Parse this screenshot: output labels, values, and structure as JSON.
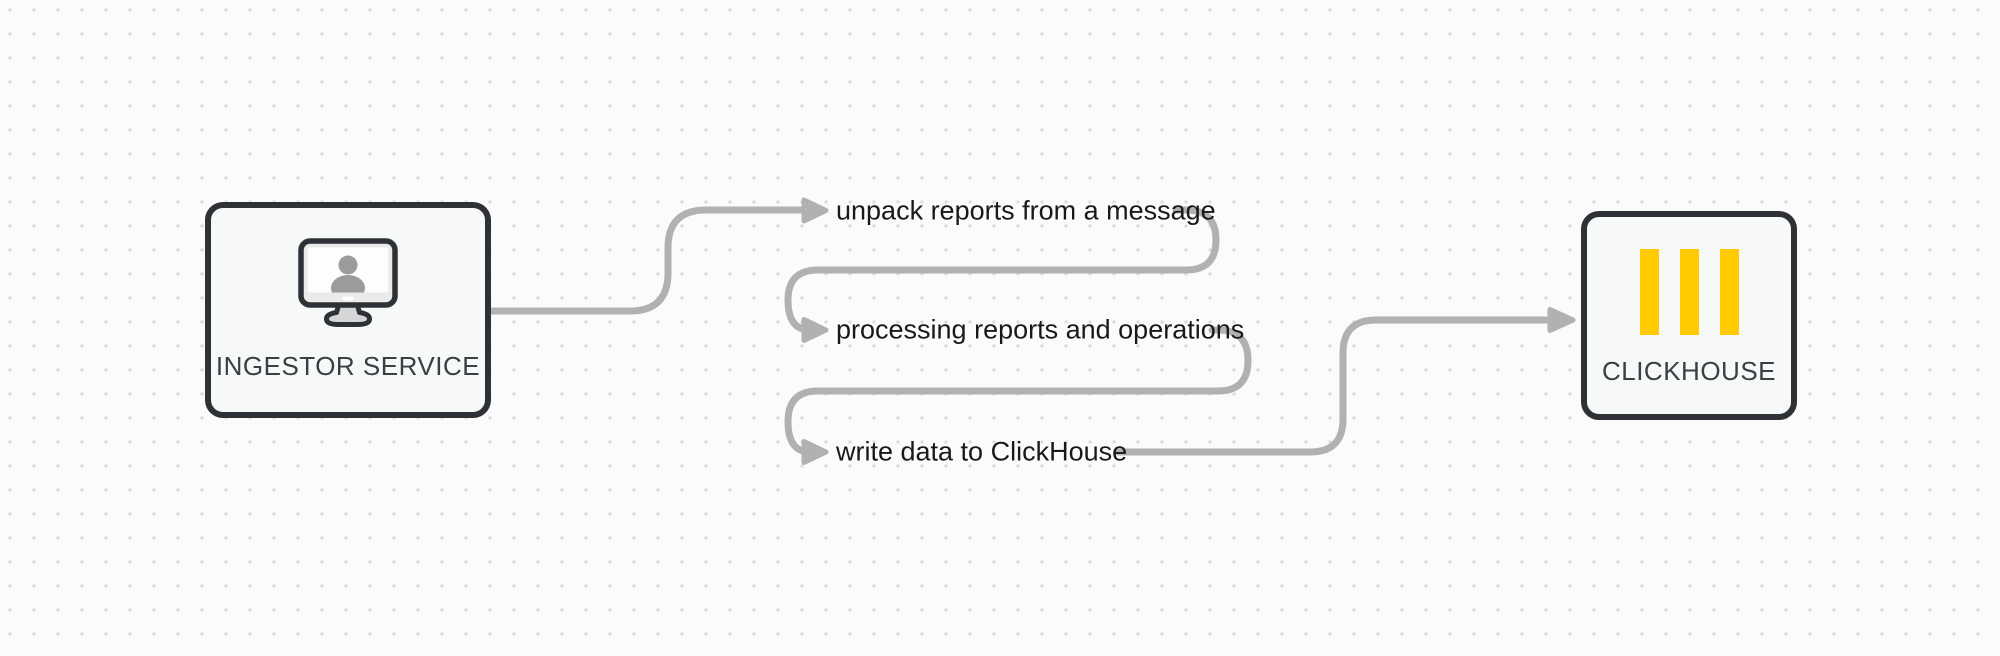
{
  "diagram": {
    "source_node": {
      "label": "INGESTOR SERVICE",
      "icon": "user-workstation-monitor-icon"
    },
    "target_node": {
      "label": "CLICKHOUSE",
      "icon": "clickhouse-bars-logo-icon"
    },
    "steps": [
      {
        "label": "unpack reports from a message"
      },
      {
        "label": "processing reports and operations"
      },
      {
        "label": "write data to ClickHouse"
      }
    ]
  },
  "colors": {
    "background": "#fbfbfb",
    "grid_dot": "#dcdcdc",
    "node_border": "#2e3237",
    "node_fill": "#f7f8f8",
    "connector": "#b1b1b2",
    "step_text": "#17191d",
    "node_label": "#3a3f45",
    "clickhouse_yellow": "#ffcb00"
  }
}
